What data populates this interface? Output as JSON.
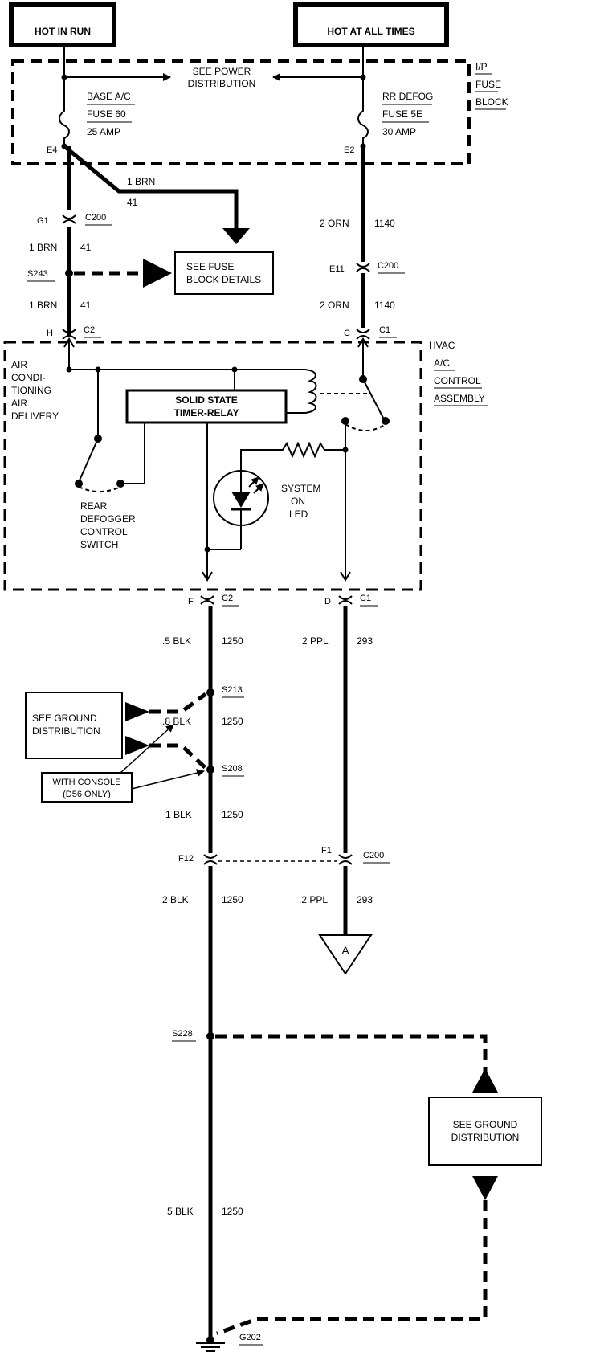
{
  "sources": {
    "hot_in_run": "HOT IN RUN",
    "hot_at_all_times": "HOT AT ALL TIMES"
  },
  "fuse_block": {
    "label_lines": [
      "I/P",
      "FUSE",
      "BLOCK"
    ],
    "see_power_lines": [
      "SEE POWER",
      "DISTRIBUTION"
    ],
    "fuse_left": {
      "name": "BASE A/C",
      "fuse": "FUSE 60",
      "amp": "25 AMP",
      "terminal": "E4"
    },
    "fuse_right": {
      "name": "RR DEFOG",
      "fuse": "FUSE 5E",
      "amp": "30 AMP",
      "terminal": "E2"
    }
  },
  "branch": {
    "wire": "1 BRN",
    "circuit": "41"
  },
  "left_upper": {
    "conn_g1": "G1",
    "conn_c200": "C200",
    "wire1": "1 BRN",
    "circ1": "41",
    "splice": "S243",
    "wire2": "1 BRN",
    "circ2": "41",
    "conn_h": "H",
    "conn_c2": "C2"
  },
  "fuse_details_lines": [
    "SEE FUSE",
    "BLOCK DETAILS"
  ],
  "right_upper": {
    "wire1": "2 ORN",
    "circ1": "1140",
    "conn_e11": "E11",
    "conn_c200": "C200",
    "wire2": "2 ORN",
    "circ2": "1140",
    "conn_c": "C",
    "conn_c1": "C1"
  },
  "hvac": {
    "label_lines": [
      "HVAC",
      "A/C",
      "CONTROL",
      "ASSEMBLY"
    ],
    "air_lines": [
      "AIR",
      "CONDI-",
      "TIONING",
      "AIR",
      "DELIVERY"
    ],
    "relay_lines": [
      "SOLID STATE",
      "TIMER-RELAY"
    ],
    "rear_lines": [
      "REAR",
      "DEFOGGER",
      "CONTROL",
      "SWITCH"
    ],
    "led_lines": [
      "SYSTEM",
      "ON",
      "LED"
    ]
  },
  "left_lower": {
    "conn_f": "F",
    "conn_c2": "C2",
    "wire1": ".5 BLK",
    "circ1": "1250",
    "splice1": "S213",
    "wire2": ".8 BLK",
    "circ2": "1250",
    "splice2": "S208",
    "wire3": "1 BLK",
    "circ3": "1250",
    "conn_f12": "F12",
    "wire4": "2 BLK",
    "circ4": "1250",
    "splice3": "S228",
    "wire5": "5 BLK",
    "circ5": "1250",
    "ground": "G202"
  },
  "right_lower": {
    "conn_d": "D",
    "conn_c1": "C1",
    "wire1": "2 PPL",
    "circ1": "293",
    "conn_f1": "F1",
    "conn_c200": "C200",
    "wire2": ".2 PPL",
    "circ2": "293",
    "offpage": "A"
  },
  "see_ground_lines": [
    "SEE GROUND",
    "DISTRIBUTION"
  ],
  "console_lines": [
    "WITH CONSOLE",
    "(D56 ONLY)"
  ],
  "see_ground2_lines": [
    "SEE GROUND",
    "DISTRIBUTION"
  ]
}
